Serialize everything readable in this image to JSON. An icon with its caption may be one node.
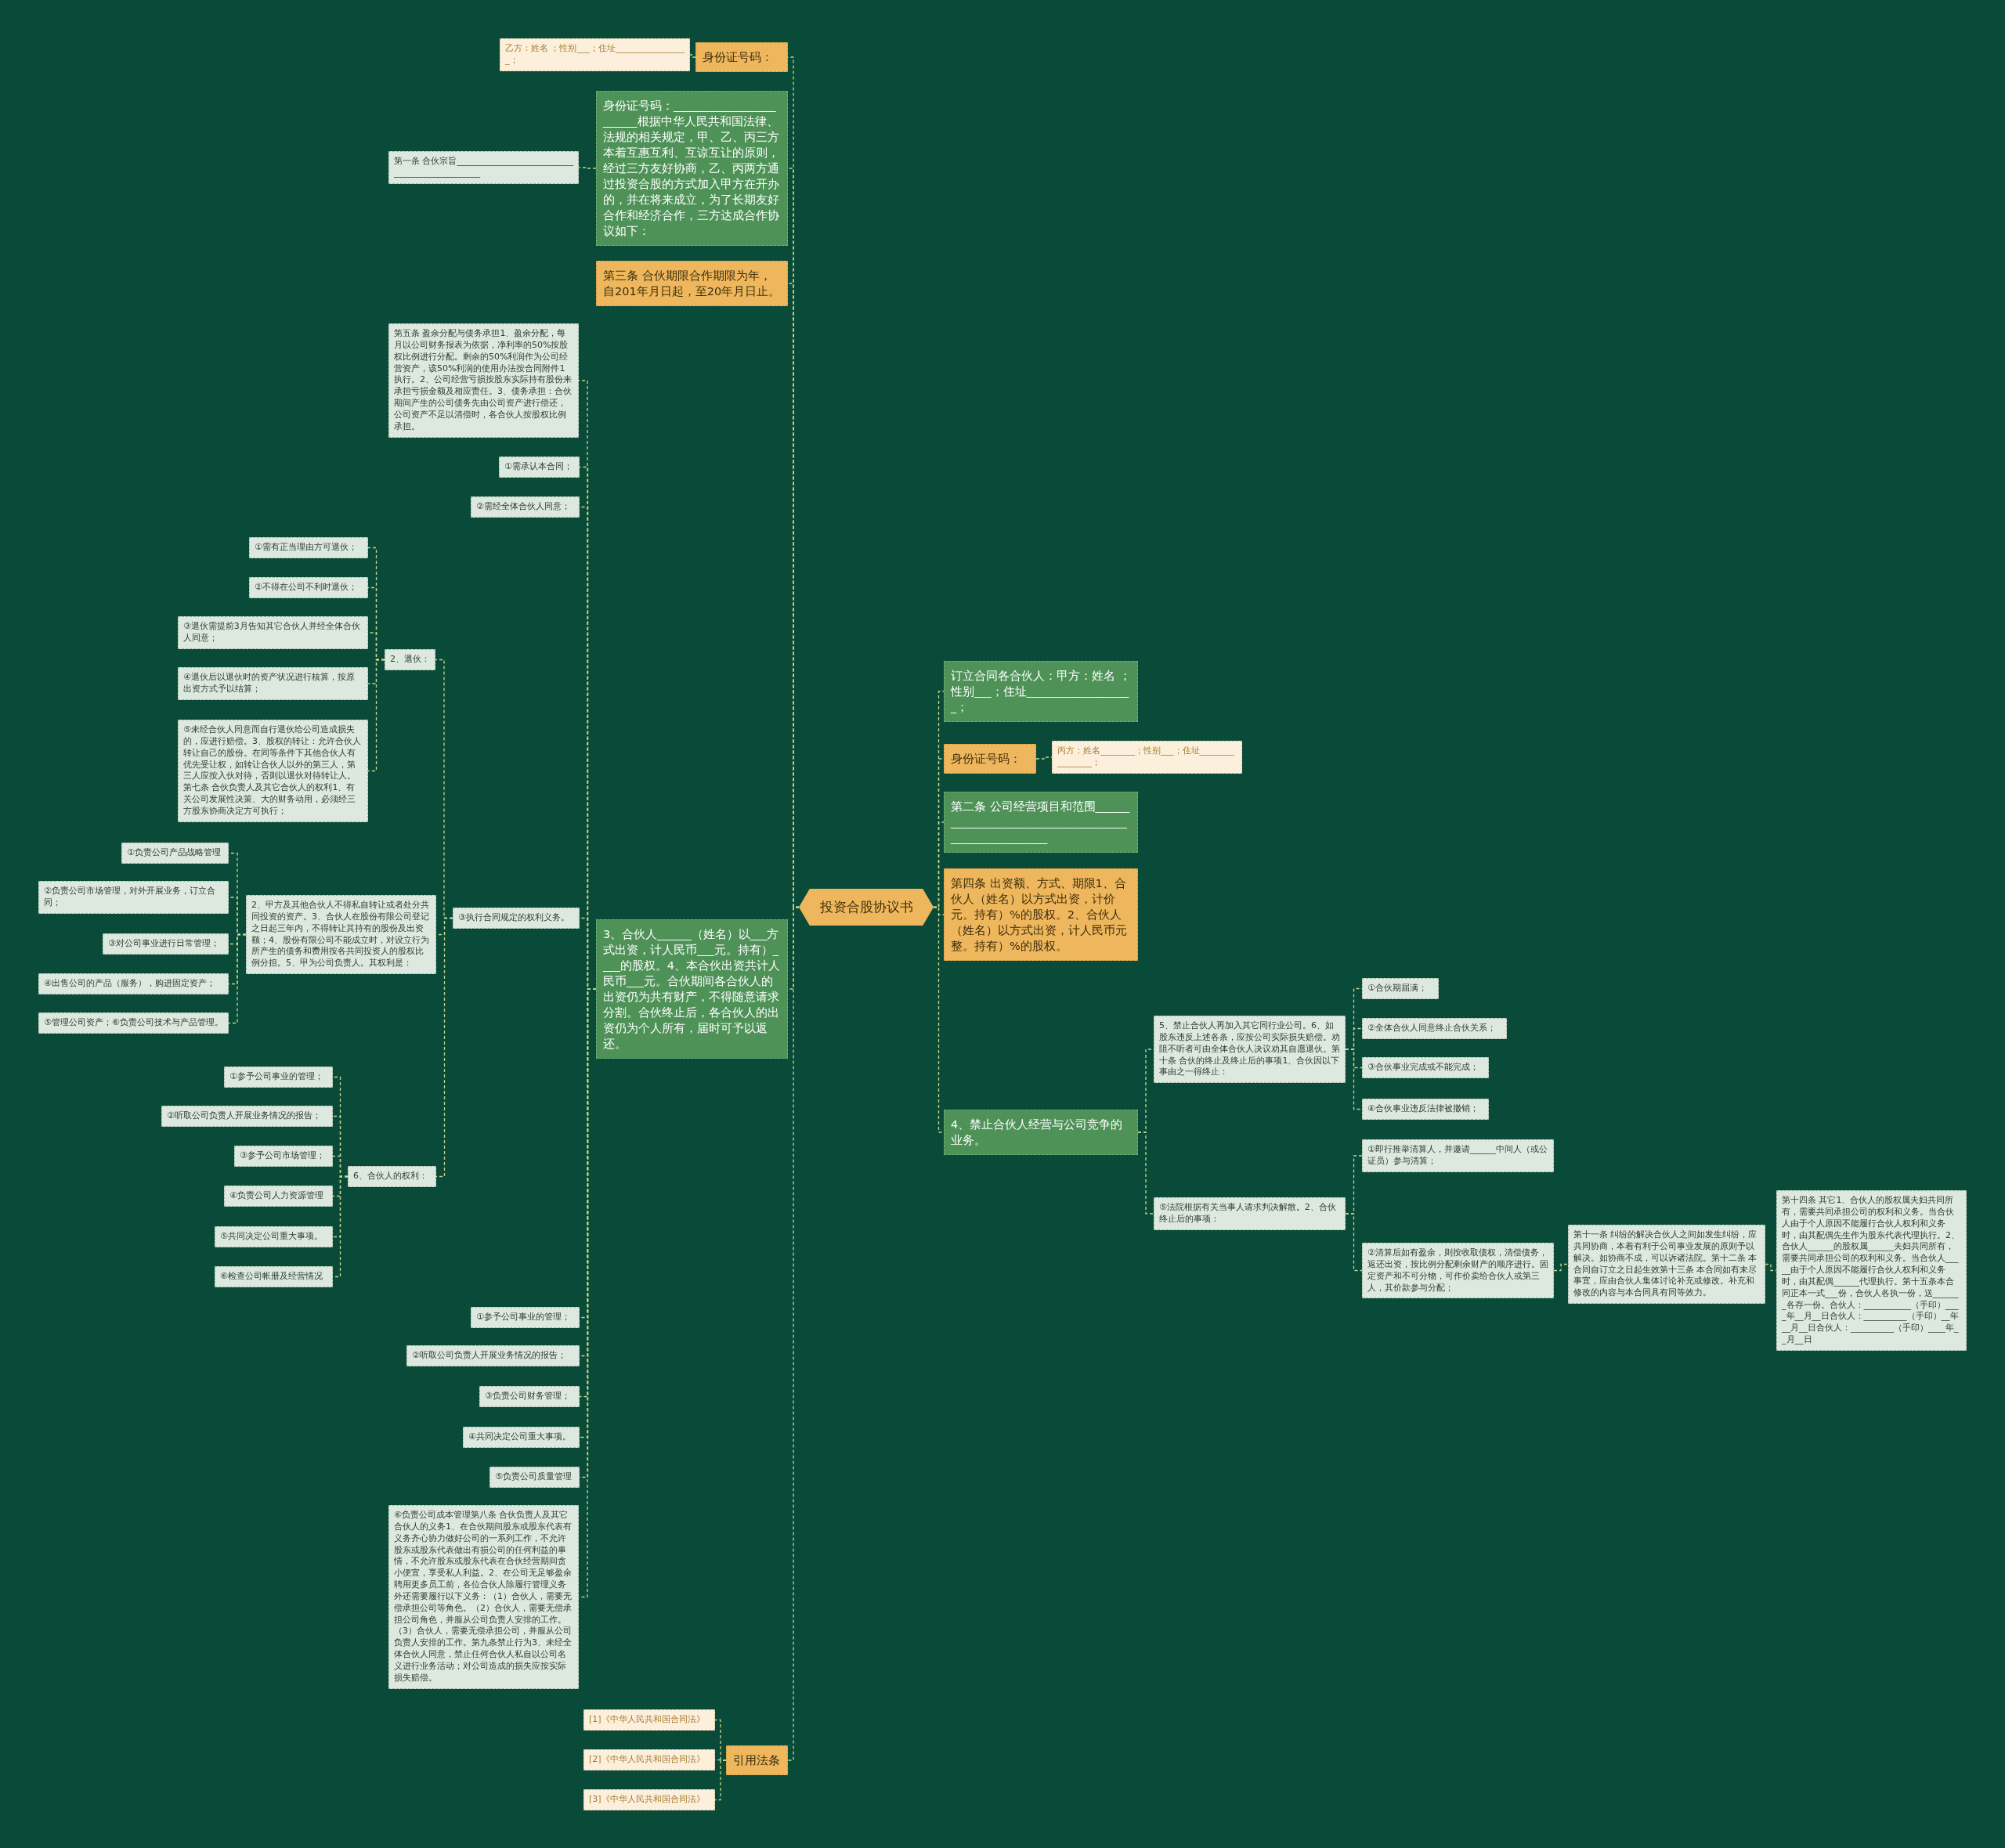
{
  "diagram": {
    "nodes": [
      {
        "text": [
          "投资合股协议书"
        ]
      },
      {
        "text": [
          "身份证号码："
        ]
      },
      {
        "text": [
          "乙方：姓名 ；性别___；住址_________________；"
        ]
      },
      {
        "text": [
          "身份证号码：________________________根据中华人民共和国法律、法规的相关规定，甲、乙、丙三方本着互惠互利、互谅互让的原则，经过三方友好协商，乙、丙两方通过投资合股的方式加入甲方在开办的，并在将来成立，为了长期友好合作和经济合作，三方达成合作协议如下："
        ]
      },
      {
        "text": [
          "第一条 合伙宗旨_______________________________________________"
        ]
      },
      {
        "text": [
          "第三条 合伙期限合作期限为年，自201年月日起，至20年月日止。"
        ]
      },
      {
        "text": [
          "3、合伙人______（姓名）以___方式出资，计人民币___元。持有）____的股权。4、本合伙出资共计人民币___元。合伙期间各合伙人的出资仍为共有财产，不得随意请求分割。合伙终止后，各合伙人的出资仍为个人所有，届时可予以返还。"
        ]
      },
      {
        "text": [
          "第五条 盈余分配与债务承担1、盈余分配，每月以公司财务报表为依据，净利率的50%按股权比例进行分配。剩余的50%利润作为公司经营资产，该50%利润的使用办法按合同附件1执行。2、公司经营亏损按股东实际持有股份来承担亏损金额及相应责任。3、债务承担：合伙期间产生的公司债务先由公司资产进行偿还，公司资产不足以清偿时，各合伙人按股权比例承担。"
        ]
      },
      {
        "text": [
          "①需承认本合同；"
        ]
      },
      {
        "text": [
          "②需经全体合伙人同意；"
        ]
      },
      {
        "text": [
          "2、退伙："
        ]
      },
      {
        "text": [
          "①需有正当理由方可退伙；"
        ]
      },
      {
        "text": [
          "②不得在公司不利时退伙；"
        ]
      },
      {
        "text": [
          "③退伙需提前3月告知其它合伙人并经全体合伙人同意；"
        ]
      },
      {
        "text": [
          "④退伙后以退伙时的资产状况进行核算，按原出资方式予以结算；"
        ]
      },
      {
        "text": [
          "⑤未经合伙人同意而自行退伙给公司造成损失的，应进行赔偿。3、股权的转让：允许合伙人转让自己的股份。在同等条件下其他合伙人有优先受让权，如转让合伙人以外的第三人，第三人应按入伙对待，否则以退伙对待转让人。第七条 合伙负责人及其它合伙人的权利1、有关公司发展性决策、大的财务动用，必须经三方股东协商决定方可执行；"
        ]
      },
      {
        "text": [
          "③执行合同规定的权利义务。"
        ]
      },
      {
        "text": [
          "2、甲方及其他合伙人不得私自转让或者处分共同投资的资产。3、合伙人在股份有限公司登记之日起三年内，不得转让其持有的股份及出资额；4、股份有限公司不能成立时，对设立行为所产生的债务和费用按各共同投资人的股权比例分担。5、甲为公司负责人。其权利是："
        ]
      },
      {
        "text": [
          "①负责公司产品战略管理"
        ]
      },
      {
        "text": [
          "②负责公司市场管理，对外开展业务，订立合同；"
        ]
      },
      {
        "text": [
          "③对公司事业进行日常管理；"
        ]
      },
      {
        "text": [
          "④出售公司的产品（服务），购进固定资产；"
        ]
      },
      {
        "text": [
          "⑤管理公司资产；⑥负责公司技术与产品管理。"
        ]
      },
      {
        "text": [
          "6、合伙人的权利："
        ]
      },
      {
        "text": [
          "①参予公司事业的管理；"
        ]
      },
      {
        "text": [
          "②听取公司负责人开展业务情况的报告；"
        ]
      },
      {
        "text": [
          "③参予公司市场管理；"
        ]
      },
      {
        "text": [
          "④负责公司人力资源管理"
        ]
      },
      {
        "text": [
          "⑤共同决定公司重大事项。"
        ]
      },
      {
        "text": [
          "⑥检查公司帐册及经营情况"
        ]
      },
      {
        "text": [
          "①参予公司事业的管理；"
        ]
      },
      {
        "text": [
          "②听取公司负责人开展业务情况的报告；"
        ]
      },
      {
        "text": [
          "③负责公司财务管理；"
        ]
      },
      {
        "text": [
          "④共同决定公司重大事项。"
        ]
      },
      {
        "text": [
          "⑤负责公司质量管理"
        ]
      },
      {
        "text": [
          "⑥负责公司成本管理第八条 合伙负责人及其它合伙人的义务1、在合伙期间股东或股东代表有义务齐心协力做好公司的一系列工作，不允许股东或股东代表做出有损公司的任何利益的事情，不允许股东或股东代表在合伙经营期间贪小便宜，享受私人利益。2、在公司无足够盈余聘用更多员工前，各位合伙人除履行管理义务外还需要履行以下义务：（1）合伙人，需要无偿承担公司等角色。（2）合伙人，需要无偿承担公司角色，并服从公司负责人安排的工作。（3）合伙人，需要无偿承担公司，并服从公司负责人安排的工作。第九条禁止行为3、未经全体合伙人同意，禁止任何合伙人私自以公司名义进行业务活动；对公司造成的损失应按实际损失赔偿。"
        ]
      },
      {
        "text": [
          "引用法条"
        ]
      },
      {
        "text": [
          "[1]《中华人民共和国合同法》"
        ]
      },
      {
        "text": [
          "[2]《中华人民共和国合同法》"
        ]
      },
      {
        "text": [
          "[3]《中华人民共和国合同法》"
        ]
      },
      {
        "text": [
          "订立合同各合伙人：甲方：姓名 ；性别___；住址___________________；"
        ]
      },
      {
        "text": [
          "身份证号码："
        ]
      },
      {
        "text": [
          "丙方：姓名________；性别___；住址________________；"
        ]
      },
      {
        "text": [
          "第二条 公司经营项目和范围______________________________________________________"
        ]
      },
      {
        "text": [
          "第四条 出资额、方式、期限1、合伙人（姓名）以方式出资，计价元。持有）%的股权。2、合伙人（姓名）以方式出资，计人民币元整。持有）%的股权。"
        ]
      },
      {
        "text": [
          "4、禁止合伙人经营与公司竞争的业务。"
        ]
      },
      {
        "text": [
          "5、禁止合伙人再加入其它同行业公司。6、如股东违反上述各条，应按公司实际损失赔偿。劝阻不听者可由全体合伙人决议劝其自愿退伙。第十条 合伙的终止及终止后的事项1、合伙因以下事由之一得终止："
        ]
      },
      {
        "text": [
          "①合伙期届满；"
        ]
      },
      {
        "text": [
          "②全体合伙人同意终止合伙关系；"
        ]
      },
      {
        "text": [
          "③合伙事业完成或不能完成；"
        ]
      },
      {
        "text": [
          "④合伙事业违反法律被撤销；"
        ]
      },
      {
        "text": [
          "⑤法院根据有关当事人请求判决解散。2、合伙终止后的事项："
        ]
      },
      {
        "text": [
          "①即行推举清算人，并邀请______中间人（或公证员）参与清算；"
        ]
      },
      {
        "text": [
          "②清算后如有盈余，则按收取债权，清偿债务，返还出资，按比例分配剩余财产的顺序进行。固定资产和不可分物，可作价卖给合伙人或第三人，其价款参与分配；"
        ]
      },
      {
        "text": [
          "第十一条 纠纷的解决合伙人之间如发生纠纷，应共同协商，本着有利于公司事业发展的原则予以解决。如协商不成，可以诉诸法院。第十二条 本合同自订立之日起生效第十三条 本合同如有未尽事宜，应由合伙人集体讨论补充或修改。补充和修改的内容与本合同具有同等效力。"
        ]
      },
      {
        "text": [
          "第十四条 其它1、合伙人的股权属夫妇共同所有，需要共同承担公司的权利和义务。当合伙人由于个人原因不能履行合伙人权利和义务时，由其配偶先生作为股东代表代理执行。2、合伙人______的股权属______夫妇共同所有，需要共同承担公司的权利和义务。当合伙人_____由于个人原因不能履行合伙人权利和义务时，由其配偶______代理执行。第十五条本合同正本一式___份，合伙人各执一份，送_______各存一份。合伙人：___________（手印）____年__月__日合伙人：__________（手印）__年__月__日合伙人：__________（手印）____年__月__日"
        ]
      }
    ],
    "edges": [
      {
        "from": 0,
        "to": 1,
        "arrow": "none"
      },
      {
        "from": 1,
        "to": 2,
        "arrow": "none"
      },
      {
        "from": 0,
        "to": 3,
        "arrow": "none"
      },
      {
        "from": 3,
        "to": 4,
        "arrow": "none"
      },
      {
        "from": 0,
        "to": 5,
        "arrow": "none"
      },
      {
        "from": 0,
        "to": 6,
        "arrow": "none"
      },
      {
        "from": 6,
        "to": 7,
        "arrow": "none"
      },
      {
        "from": 6,
        "to": 8,
        "arrow": "none"
      },
      {
        "from": 6,
        "to": 9,
        "arrow": "none"
      },
      {
        "from": 6,
        "to": 16,
        "arrow": "none"
      },
      {
        "from": 16,
        "to": 10,
        "arrow": "none"
      },
      {
        "from": 10,
        "to": 11,
        "arrow": "none"
      },
      {
        "from": 10,
        "to": 12,
        "arrow": "none"
      },
      {
        "from": 10,
        "to": 13,
        "arrow": "none"
      },
      {
        "from": 10,
        "to": 14,
        "arrow": "none"
      },
      {
        "from": 10,
        "to": 15,
        "arrow": "none"
      },
      {
        "from": 16,
        "to": 17,
        "arrow": "none"
      },
      {
        "from": 17,
        "to": 18,
        "arrow": "none"
      },
      {
        "from": 17,
        "to": 19,
        "arrow": "none"
      },
      {
        "from": 17,
        "to": 20,
        "arrow": "none"
      },
      {
        "from": 17,
        "to": 21,
        "arrow": "none"
      },
      {
        "from": 17,
        "to": 22,
        "arrow": "none"
      },
      {
        "from": 16,
        "to": 23,
        "arrow": "none"
      },
      {
        "from": 23,
        "to": 24,
        "arrow": "none"
      },
      {
        "from": 23,
        "to": 25,
        "arrow": "none"
      },
      {
        "from": 23,
        "to": 26,
        "arrow": "none"
      },
      {
        "from": 23,
        "to": 27,
        "arrow": "none"
      },
      {
        "from": 23,
        "to": 28,
        "arrow": "none"
      },
      {
        "from": 23,
        "to": 29,
        "arrow": "none"
      },
      {
        "from": 6,
        "to": 30,
        "arrow": "none"
      },
      {
        "from": 6,
        "to": 31,
        "arrow": "none"
      },
      {
        "from": 6,
        "to": 32,
        "arrow": "none"
      },
      {
        "from": 6,
        "to": 33,
        "arrow": "none"
      },
      {
        "from": 6,
        "to": 34,
        "arrow": "none"
      },
      {
        "from": 6,
        "to": 35,
        "arrow": "none"
      },
      {
        "from": 0,
        "to": 36,
        "arrow": "none"
      },
      {
        "from": 36,
        "to": 37,
        "arrow": "none"
      },
      {
        "from": 36,
        "to": 38,
        "arrow": "none"
      },
      {
        "from": 36,
        "to": 39,
        "arrow": "none"
      },
      {
        "from": 0,
        "to": 40,
        "arrow": "none"
      },
      {
        "from": 0,
        "to": 41,
        "arrow": "none"
      },
      {
        "from": 41,
        "to": 42,
        "arrow": "none"
      },
      {
        "from": 0,
        "to": 43,
        "arrow": "none"
      },
      {
        "from": 0,
        "to": 44,
        "arrow": "none"
      },
      {
        "from": 0,
        "to": 45,
        "arrow": "none"
      },
      {
        "from": 45,
        "to": 46,
        "arrow": "none"
      },
      {
        "from": 46,
        "to": 47,
        "arrow": "none"
      },
      {
        "from": 46,
        "to": 48,
        "arrow": "none"
      },
      {
        "from": 46,
        "to": 49,
        "arrow": "none"
      },
      {
        "from": 46,
        "to": 50,
        "arrow": "none"
      },
      {
        "from": 45,
        "to": 51,
        "arrow": "none"
      },
      {
        "from": 51,
        "to": 52,
        "arrow": "none"
      },
      {
        "from": 51,
        "to": 53,
        "arrow": "none"
      },
      {
        "from": 53,
        "to": 54,
        "arrow": "none"
      },
      {
        "from": 54,
        "to": 55,
        "arrow": "none"
      }
    ]
  }
}
